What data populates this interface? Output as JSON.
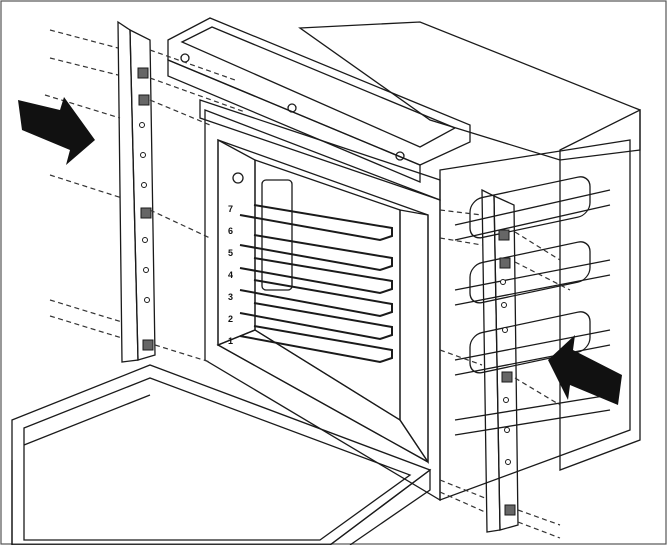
{
  "figure": {
    "description_visible_text_only": true,
    "rack_levels": [
      "7",
      "6",
      "5",
      "4",
      "3",
      "2",
      "1"
    ]
  },
  "icons": {
    "left_arrow": "arrow-right-icon",
    "right_arrow": "arrow-left-icon"
  },
  "colors": {
    "line": "#1a1a1a",
    "panel_light": "#e8e8e8",
    "panel_mid": "#cfcfcf",
    "panel_dark": "#9a9a9a",
    "arrow": "#111111"
  }
}
